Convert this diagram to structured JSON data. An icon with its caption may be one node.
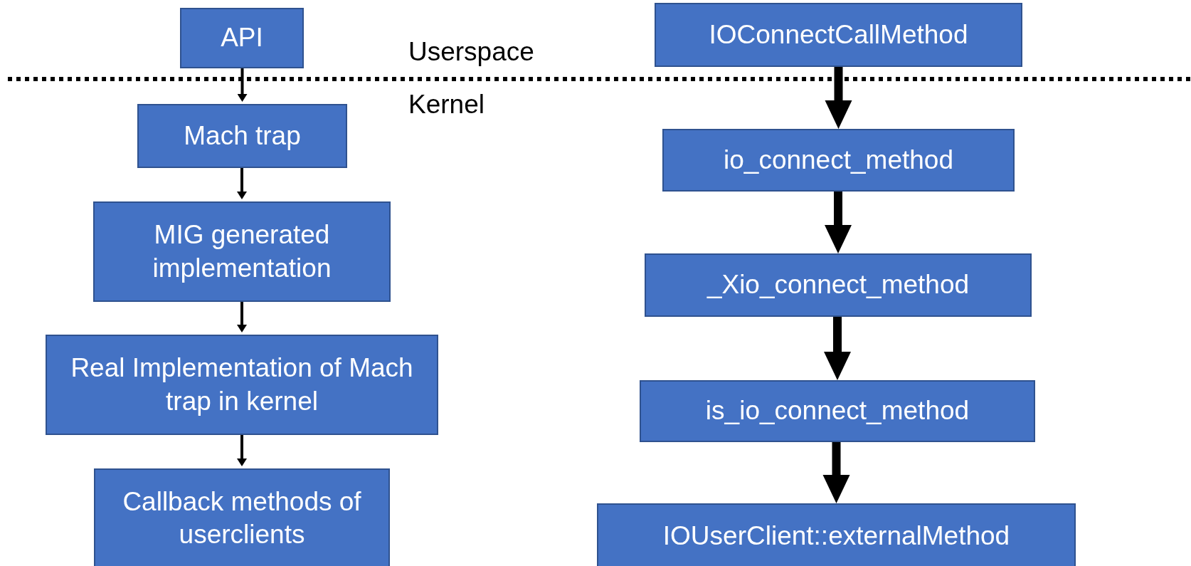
{
  "diagram": {
    "nodes": [
      {
        "text": [
          "API"
        ]
      },
      {
        "text": [
          "Mach trap"
        ]
      },
      {
        "text": [
          "MIG generated implementation"
        ]
      },
      {
        "text": [
          "Real Implementation of Mach trap in kernel"
        ]
      },
      {
        "text": [
          "Callback methods of userclients"
        ]
      },
      {
        "text": [
          "IOConnectCallMethod"
        ]
      },
      {
        "text": [
          "io_connect_method"
        ]
      },
      {
        "text": [
          "_Xio_connect_method"
        ]
      },
      {
        "text": [
          "is_io_connect_method"
        ]
      },
      {
        "text": [
          "IOUserClient::externalMethod"
        ]
      }
    ],
    "edges": [
      {
        "from": 0,
        "to": 1,
        "arrow": "to"
      },
      {
        "from": 1,
        "to": 2,
        "arrow": "to"
      },
      {
        "from": 2,
        "to": 3,
        "arrow": "to"
      },
      {
        "from": 3,
        "to": 4,
        "arrow": "to"
      },
      {
        "from": 5,
        "to": 6,
        "arrow": "to",
        "style": "thick"
      },
      {
        "from": 6,
        "to": 7,
        "arrow": "to",
        "style": "thick"
      },
      {
        "from": 7,
        "to": 8,
        "arrow": "to",
        "style": "thick"
      },
      {
        "from": 8,
        "to": 9,
        "arrow": "to",
        "style": "thick"
      }
    ],
    "labels": [
      "Userspace",
      "Kernel"
    ]
  }
}
